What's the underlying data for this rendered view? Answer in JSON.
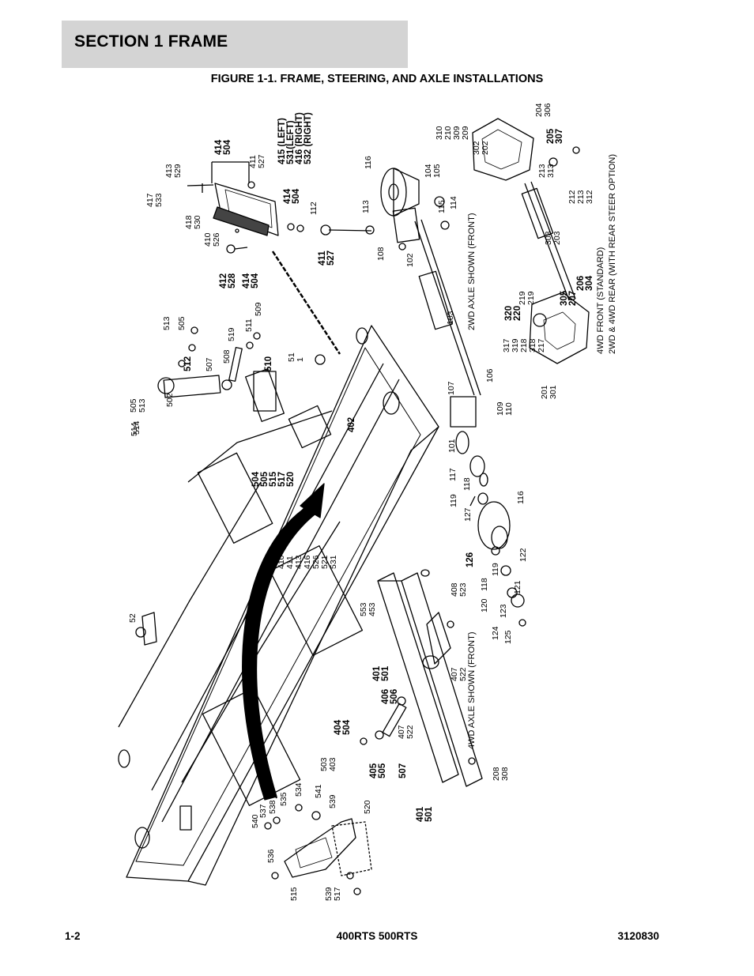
{
  "section_title": "SECTION 1  FRAME",
  "figure_title": "FIGURE 1-1. FRAME, STEERING, AND AXLE INSTALLATIONS",
  "footer": {
    "page": "1-2",
    "model": "400RTS 500RTS",
    "doc_number": "3120830"
  },
  "notes": {
    "axle_2wd_front": "2WD AXLE SHOWN (FRONT)",
    "axle_4wd_front": "4WD AXLE SHOWN (FRONT)",
    "axle_4wd_front_standard": "4WD FRONT (STANDARD)",
    "axle_rear_option": "2WD & 4WD REAR (WITH REAR STEER OPTION)"
  },
  "callouts": [
    {
      "lines": [
        "417",
        "533"
      ]
    },
    {
      "lines": [
        "413",
        "529"
      ]
    },
    {
      "lines": [
        "414",
        "504"
      ]
    },
    {
      "lines": [
        "411",
        "527"
      ]
    },
    {
      "lines": [
        "415 (LEFT)",
        "531(LEFT)",
        "416 (RIGHT)",
        "532 (RIGHT)"
      ]
    },
    {
      "lines": [
        "418",
        "530"
      ]
    },
    {
      "lines": [
        "410",
        "526"
      ]
    },
    {
      "lines": [
        "412",
        "528"
      ]
    },
    {
      "lines": [
        "414",
        "504"
      ]
    },
    {
      "lines": [
        "414",
        "504"
      ]
    },
    {
      "lines": [
        "411",
        "527"
      ]
    },
    {
      "lines": [
        "112"
      ]
    },
    {
      "lines": [
        "113"
      ]
    },
    {
      "lines": [
        "108"
      ]
    },
    {
      "lines": [
        "102"
      ]
    },
    {
      "lines": [
        "116"
      ]
    },
    {
      "lines": [
        "104",
        "105"
      ]
    },
    {
      "lines": [
        "115"
      ]
    },
    {
      "lines": [
        "114"
      ]
    },
    {
      "lines": [
        "103"
      ]
    },
    {
      "lines": [
        "310",
        "210",
        "309",
        "209"
      ]
    },
    {
      "lines": [
        "302",
        "202"
      ]
    },
    {
      "lines": [
        "204",
        "306"
      ]
    },
    {
      "lines": [
        "205",
        "307"
      ]
    },
    {
      "lines": [
        "213",
        "313"
      ]
    },
    {
      "lines": [
        "212",
        "213",
        "312"
      ]
    },
    {
      "lines": [
        "303",
        "203"
      ]
    },
    {
      "lines": [
        "206",
        "304"
      ]
    },
    {
      "lines": [
        "305",
        "207"
      ]
    },
    {
      "lines": [
        "219",
        "219"
      ]
    },
    {
      "lines": [
        "320",
        "220"
      ]
    },
    {
      "lines": [
        "317",
        "319",
        "218",
        "318",
        "217"
      ]
    },
    {
      "lines": [
        "201",
        "301"
      ]
    },
    {
      "lines": [
        "107"
      ]
    },
    {
      "lines": [
        "106"
      ]
    },
    {
      "lines": [
        "109",
        "110"
      ]
    },
    {
      "lines": [
        "101"
      ]
    },
    {
      "lines": [
        "117"
      ]
    },
    {
      "lines": [
        "118"
      ]
    },
    {
      "lines": [
        "119"
      ]
    },
    {
      "lines": [
        "127"
      ]
    },
    {
      "lines": [
        "116"
      ]
    },
    {
      "lines": [
        "126"
      ]
    },
    {
      "lines": [
        "119"
      ]
    },
    {
      "lines": [
        "118"
      ]
    },
    {
      "lines": [
        "121"
      ]
    },
    {
      "lines": [
        "122"
      ]
    },
    {
      "lines": [
        "120"
      ]
    },
    {
      "lines": [
        "123"
      ]
    },
    {
      "lines": [
        "124"
      ]
    },
    {
      "lines": [
        "125"
      ]
    },
    {
      "lines": [
        "514"
      ]
    },
    {
      "lines": [
        "513"
      ]
    },
    {
      "lines": [
        "505"
      ]
    },
    {
      "lines": [
        "512"
      ]
    },
    {
      "lines": [
        "507"
      ]
    },
    {
      "lines": [
        "508"
      ]
    },
    {
      "lines": [
        "519"
      ]
    },
    {
      "lines": [
        "511"
      ]
    },
    {
      "lines": [
        "509"
      ]
    },
    {
      "lines": [
        "510"
      ]
    },
    {
      "lines": [
        "51",
        "1"
      ]
    },
    {
      "lines": [
        "505",
        "513"
      ]
    },
    {
      "lines": [
        "514"
      ]
    },
    {
      "lines": [
        "502"
      ]
    },
    {
      "lines": [
        "402"
      ]
    },
    {
      "lines": [
        "504",
        "505",
        "515",
        "517",
        "520"
      ]
    },
    {
      "lines": [
        "410",
        "411",
        "413",
        "416",
        "526",
        "521",
        "531"
      ]
    },
    {
      "lines": [
        "553",
        "453"
      ]
    },
    {
      "lines": [
        "408",
        "523"
      ]
    },
    {
      "lines": [
        "52"
      ]
    },
    {
      "lines": [
        "401",
        "501"
      ]
    },
    {
      "lines": [
        "407",
        "522"
      ]
    },
    {
      "lines": [
        "406",
        "506"
      ]
    },
    {
      "lines": [
        "407",
        "522"
      ]
    },
    {
      "lines": [
        "404",
        "504"
      ]
    },
    {
      "lines": [
        "503",
        "403"
      ]
    },
    {
      "lines": [
        "405",
        "505"
      ]
    },
    {
      "lines": [
        "507"
      ]
    },
    {
      "lines": [
        "208",
        "308"
      ]
    },
    {
      "lines": [
        "401",
        "501"
      ]
    },
    {
      "lines": [
        "540"
      ]
    },
    {
      "lines": [
        "537"
      ]
    },
    {
      "lines": [
        "538"
      ]
    },
    {
      "lines": [
        "535"
      ]
    },
    {
      "lines": [
        "534"
      ]
    },
    {
      "lines": [
        "541"
      ]
    },
    {
      "lines": [
        "539"
      ]
    },
    {
      "lines": [
        "520"
      ]
    },
    {
      "lines": [
        "536"
      ]
    },
    {
      "lines": [
        "515"
      ]
    },
    {
      "lines": [
        "539",
        "517"
      ]
    }
  ]
}
